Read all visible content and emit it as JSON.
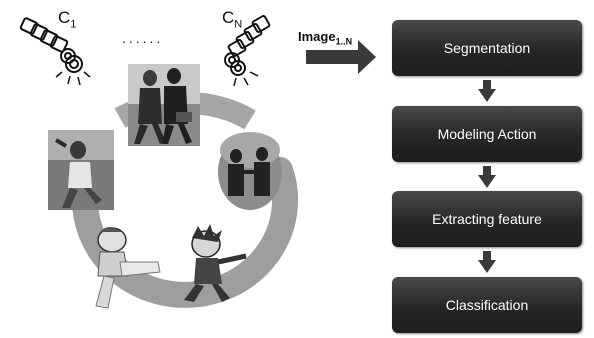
{
  "cameras": {
    "first": {
      "letter": "C",
      "sub": "1"
    },
    "last": {
      "letter": "C",
      "sub": "N"
    },
    "ellipsis": "......"
  },
  "image_label": {
    "main": "Image",
    "sub": "1..N"
  },
  "pipeline": {
    "steps": [
      {
        "label": "Segmentation"
      },
      {
        "label": "Modeling Action"
      },
      {
        "label": "Extracting feature"
      },
      {
        "label": "Classification"
      }
    ]
  }
}
